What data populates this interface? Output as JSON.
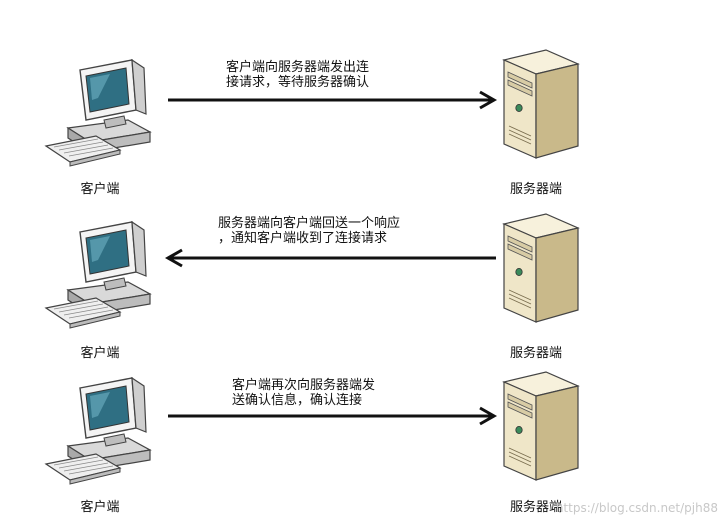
{
  "steps": [
    {
      "client_label": "客户端",
      "server_label": "服务器端",
      "message_lines": [
        "客户端向服务器端发出连",
        "接请求，等待服务器确认"
      ],
      "direction": "client-to-server"
    },
    {
      "client_label": "客户端",
      "server_label": "服务器端",
      "message_lines": [
        "服务器端向客户端回送一个响应",
        "，通知客户端收到了连接请求"
      ],
      "direction": "server-to-client"
    },
    {
      "client_label": "客户端",
      "server_label": "服务器端",
      "message_lines": [
        "客户端再次向服务器端发",
        "送确认信息，确认连接"
      ],
      "direction": "client-to-server"
    }
  ],
  "watermark": "https://blog.csdn.net/pjh88",
  "colors": {
    "arrow": "#111111",
    "server_body": "#efe6c8",
    "server_shade": "#c9b98a",
    "monitor_body": "#f2f2f2",
    "screen": "#3a7d8f"
  }
}
